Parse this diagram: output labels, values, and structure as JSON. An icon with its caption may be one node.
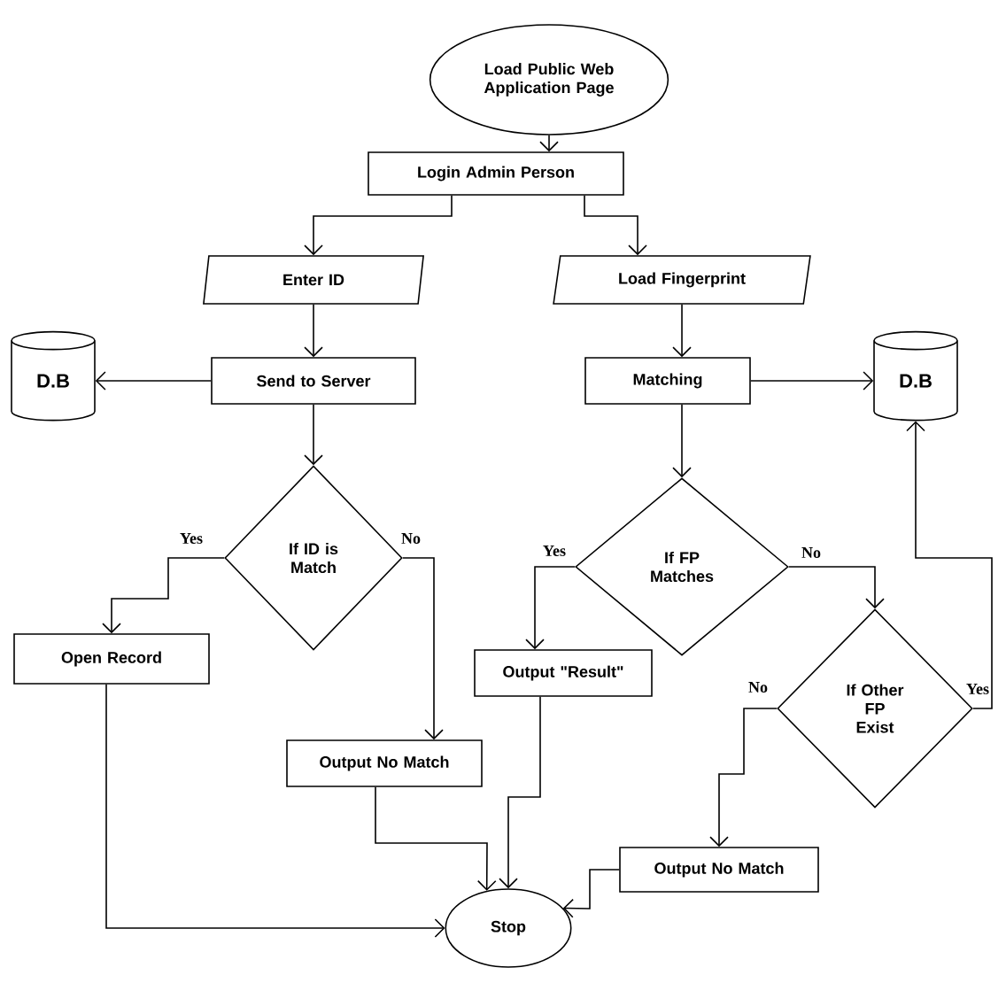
{
  "diagram": {
    "nodes": [
      {
        "text": [
          "Load Public Web Application Page"
        ]
      },
      {
        "text": [
          "Login Admin Person"
        ]
      },
      {
        "text": [
          "Enter ID"
        ]
      },
      {
        "text": [
          "Load Fingerprint"
        ]
      },
      {
        "text": [
          "Send to Server"
        ]
      },
      {
        "text": [
          "D.B"
        ]
      },
      {
        "text": [
          "Matching"
        ]
      },
      {
        "text": [
          "D.B"
        ]
      },
      {
        "text": [
          "If ID is Match"
        ]
      },
      {
        "text": [
          "If FP Matches"
        ]
      },
      {
        "text": [
          "Open Record"
        ]
      },
      {
        "text": [
          "Output \"Result\""
        ]
      },
      {
        "text": [
          "If Other FP Exist"
        ]
      },
      {
        "text": [
          "Output No Match"
        ]
      },
      {
        "text": [
          "Output No Match"
        ]
      },
      {
        "text": [
          "Stop"
        ]
      }
    ],
    "edges": [
      {
        "from": 0,
        "to": 1,
        "arrow": "to"
      },
      {
        "from": 1,
        "to": 2,
        "arrow": "to"
      },
      {
        "from": 1,
        "to": 3,
        "arrow": "to"
      },
      {
        "from": 2,
        "to": 4,
        "arrow": "to"
      },
      {
        "from": 4,
        "to": 5,
        "arrow": "to"
      },
      {
        "from": 4,
        "to": 8,
        "arrow": "to"
      },
      {
        "from": 8,
        "to": 10,
        "arrow": "to",
        "label": "Yes"
      },
      {
        "from": 8,
        "to": 13,
        "arrow": "to",
        "label": "No"
      },
      {
        "from": 3,
        "to": 6,
        "arrow": "to"
      },
      {
        "from": 6,
        "to": 7,
        "arrow": "to"
      },
      {
        "from": 6,
        "to": 9,
        "arrow": "to"
      },
      {
        "from": 9,
        "to": 11,
        "arrow": "to",
        "label": "Yes"
      },
      {
        "from": 9,
        "to": 12,
        "arrow": "to",
        "label": "No"
      },
      {
        "from": 12,
        "to": 7,
        "arrow": "to",
        "label": "Yes"
      },
      {
        "from": 12,
        "to": 14,
        "arrow": "to",
        "label": "No"
      },
      {
        "from": 10,
        "to": 15,
        "arrow": "to"
      },
      {
        "from": 13,
        "to": 15,
        "arrow": "to"
      },
      {
        "from": 11,
        "to": 15,
        "arrow": "to"
      },
      {
        "from": 14,
        "to": 15,
        "arrow": "to"
      }
    ]
  }
}
